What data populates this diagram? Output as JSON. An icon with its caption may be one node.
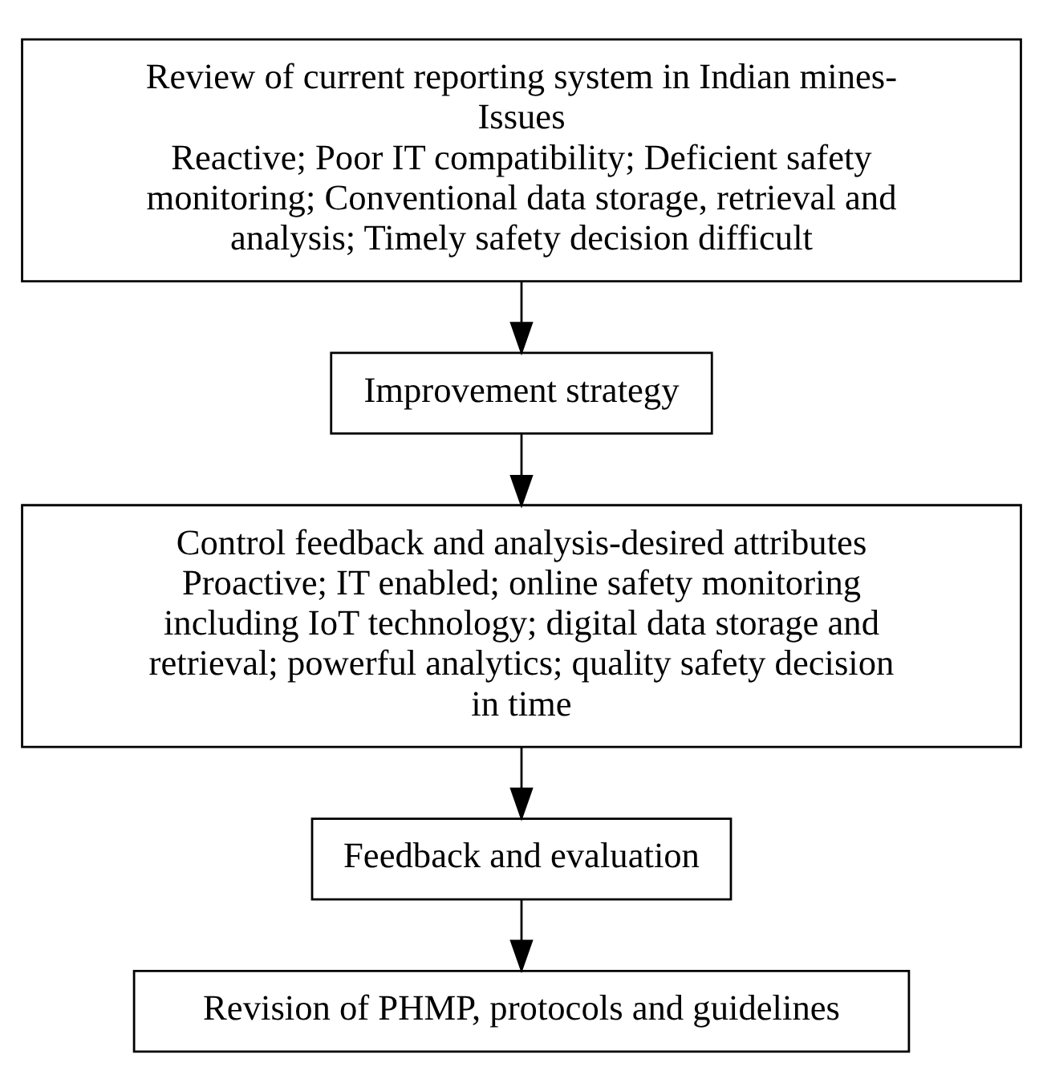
{
  "diagram": {
    "nodes": [
      {
        "text": [
          "Review of current reporting system in Indian mines-Issues",
          "Reactive; Poor IT compatibility; Deficient safety monitoring; Conventional data storage, retrieval and analysis; Timely safety decision difficult"
        ]
      },
      {
        "text": [
          "Improvement strategy"
        ]
      },
      {
        "text": [
          "Control feedback and analysis-desired attributes",
          "Proactive; IT enabled; online safety monitoring including IoT technology; digital data storage and retrieval; powerful analytics; quality safety decision in time"
        ]
      },
      {
        "text": [
          "Feedback and evaluation"
        ]
      },
      {
        "text": [
          "Revision of PHMP, protocols and guidelines"
        ]
      }
    ],
    "edges": [
      {
        "from": 0,
        "to": 1,
        "arrow": "to"
      },
      {
        "from": 1,
        "to": 2,
        "arrow": "to"
      },
      {
        "from": 2,
        "to": 3,
        "arrow": "to"
      },
      {
        "from": 3,
        "to": 4,
        "arrow": "to"
      }
    ]
  }
}
